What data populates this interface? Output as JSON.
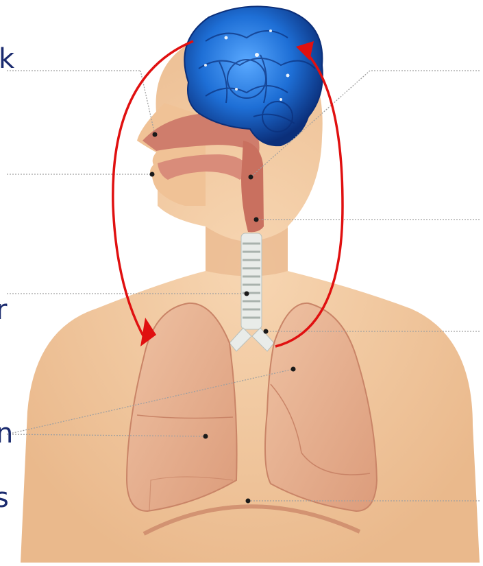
{
  "figure": {
    "colors": {
      "skin": "#f2c9a0",
      "skin_shadow": "#e2ad80",
      "airway": "#cf7d6c",
      "lung": "#e9b18f",
      "lung_edge": "#c98467",
      "brain": "#1e6fd6",
      "brain_dark": "#0b2f7a",
      "arrow": "#e01010",
      "leader_line": "#9a9a9a",
      "edge_text": "#1a2a6e"
    },
    "icons": [
      "brain-icon",
      "lungs-icon",
      "trachea-icon"
    ],
    "edge_glyphs": [
      "k",
      "r",
      "n",
      "s"
    ]
  }
}
